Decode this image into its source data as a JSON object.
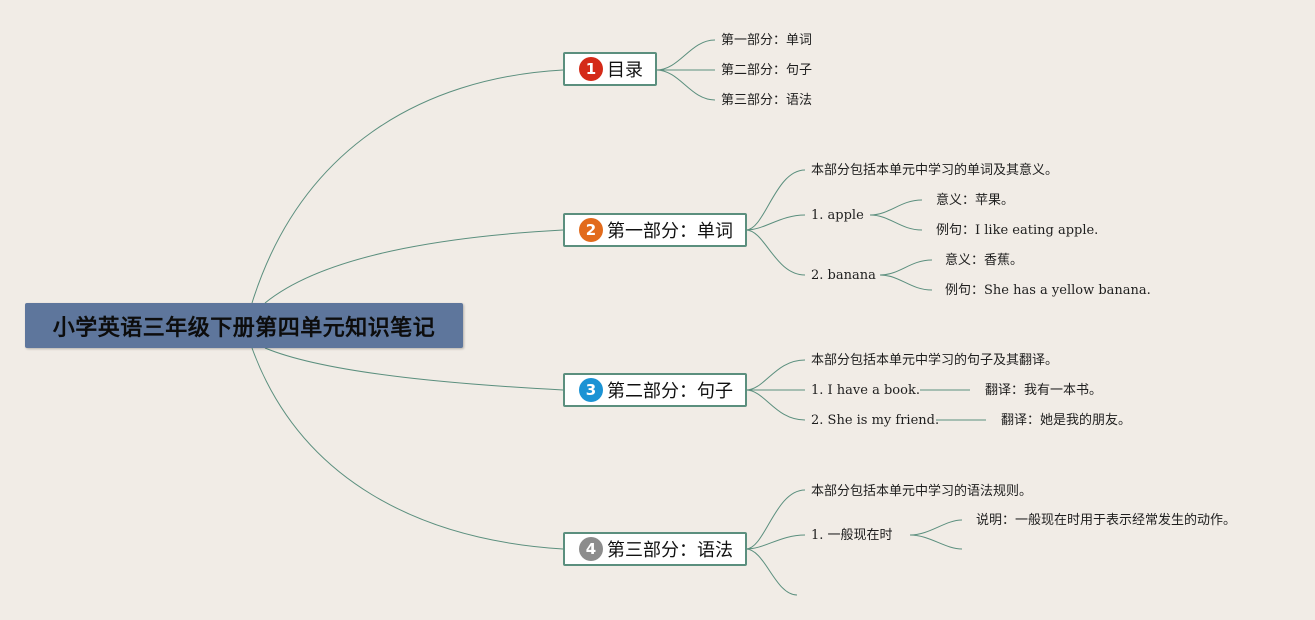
{
  "root": {
    "title": "小学英语三年级下册第四单元知识笔记"
  },
  "branches": [
    {
      "number": "1",
      "badge_color": "#d42a18",
      "label": "目录",
      "leaves": [
        "第一部分：单词",
        "第二部分：句子",
        "第三部分：语法"
      ]
    },
    {
      "number": "2",
      "badge_color": "#e26b1c",
      "label": "第一部分：单词",
      "intro": "本部分包括本单元中学习的单词及其意义。",
      "items": [
        {
          "word": "1. apple",
          "meaning": "意义：苹果。",
          "example": "例句：I like eating apple."
        },
        {
          "word": "2. banana",
          "meaning": "意义：香蕉。",
          "example": "例句：She has a yellow banana."
        }
      ]
    },
    {
      "number": "3",
      "badge_color": "#1b93d4",
      "label": "第二部分：句子",
      "intro": "本部分包括本单元中学习的句子及其翻译。",
      "items": [
        {
          "sentence": "1. I have a book.",
          "translation": "翻译：我有一本书。"
        },
        {
          "sentence": "2. She is my friend.",
          "translation": "翻译：她是我的朋友。"
        }
      ]
    },
    {
      "number": "4",
      "badge_color": "#8c8c8c",
      "label": "第三部分：语法",
      "intro": "本部分包括本单元中学习的语法规则。",
      "items": [
        {
          "rule": "1. 一般现在时",
          "explanation": "说明：一般现在时用于表示经常发生的动作。"
        }
      ]
    }
  ],
  "colors": {
    "connector": "#5b8f7e",
    "root_fill": "#5e769c",
    "background": "#f1ece6"
  }
}
